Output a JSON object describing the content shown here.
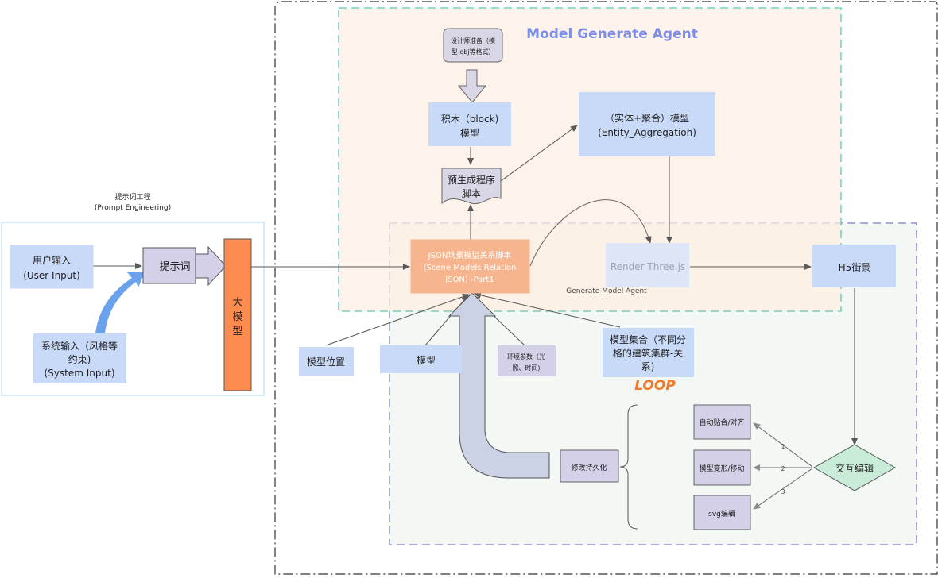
{
  "prompt_engineering": {
    "title_cn": "提示词工程",
    "title_en": "(Prompt Engineering)",
    "user_input": [
      "用户输入",
      "(User Input)"
    ],
    "system_input": [
      "系统输入（风格等",
      "约束)",
      "(System Input)"
    ],
    "prompt": "提示词",
    "llm": [
      "大",
      "模",
      "型"
    ]
  },
  "model_generate_agent": {
    "title": "Model Generate Agent",
    "designer_prep": [
      "设计师准备（模",
      "型-obj等格式）"
    ],
    "block_model": [
      "积木（block)",
      "模型"
    ],
    "entity_aggregation": [
      "（实体+聚合）模型",
      "(Entity_Aggregation)"
    ],
    "pregen_script": [
      "预生成程序",
      "脚本"
    ]
  },
  "generate_model_agent": {
    "label": "Generate Model Agent",
    "json_script": [
      "JSON场景模型关系脚本",
      "(Scene Models Relation",
      "JSON)  -Part1"
    ],
    "render": "Render Three.js",
    "h5": "H5街景",
    "model_position": "模型位置",
    "model": "模型",
    "env_params": [
      "环境参数（光",
      "照、时间)"
    ],
    "model_set": [
      "模型集合（不同分",
      "格的建筑集群-关",
      "系)"
    ],
    "loop": "LOOP",
    "persist": "修改持久化",
    "auto_snap": "自动贴合/对齐",
    "transform": "模型变形/移动",
    "svg_edit": "svg编辑",
    "interactive_edit": "交互编辑",
    "edge_labels": [
      "1",
      "2",
      "3"
    ]
  },
  "colors": {
    "accent_title": "#7c8ee8",
    "loop": "#f07a2a",
    "llm_fill": "#ff8c4f",
    "json_fill": "#f6b58f",
    "node_fill": "#c9daf8",
    "purple_fill": "#d4d0e8",
    "diamond_fill": "#c8ecd8"
  }
}
